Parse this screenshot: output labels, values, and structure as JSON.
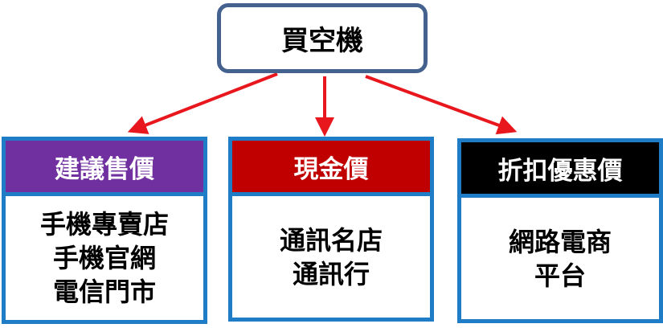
{
  "root": {
    "label": "買空機"
  },
  "colors": {
    "root_border": "#45628e",
    "box_border": "#1f7cc6",
    "arrow": "#e8161d"
  },
  "categories": [
    {
      "title": "建議售價",
      "header_color": "#7030a0",
      "items": [
        "手機專賣店",
        "手機官網",
        "電信門市"
      ]
    },
    {
      "title": "現金價",
      "header_color": "#c00000",
      "items": [
        "通訊名店",
        "通訊行"
      ]
    },
    {
      "title": "折扣優惠價",
      "header_color": "#000000",
      "items": [
        "網路電商",
        "平台"
      ]
    }
  ]
}
